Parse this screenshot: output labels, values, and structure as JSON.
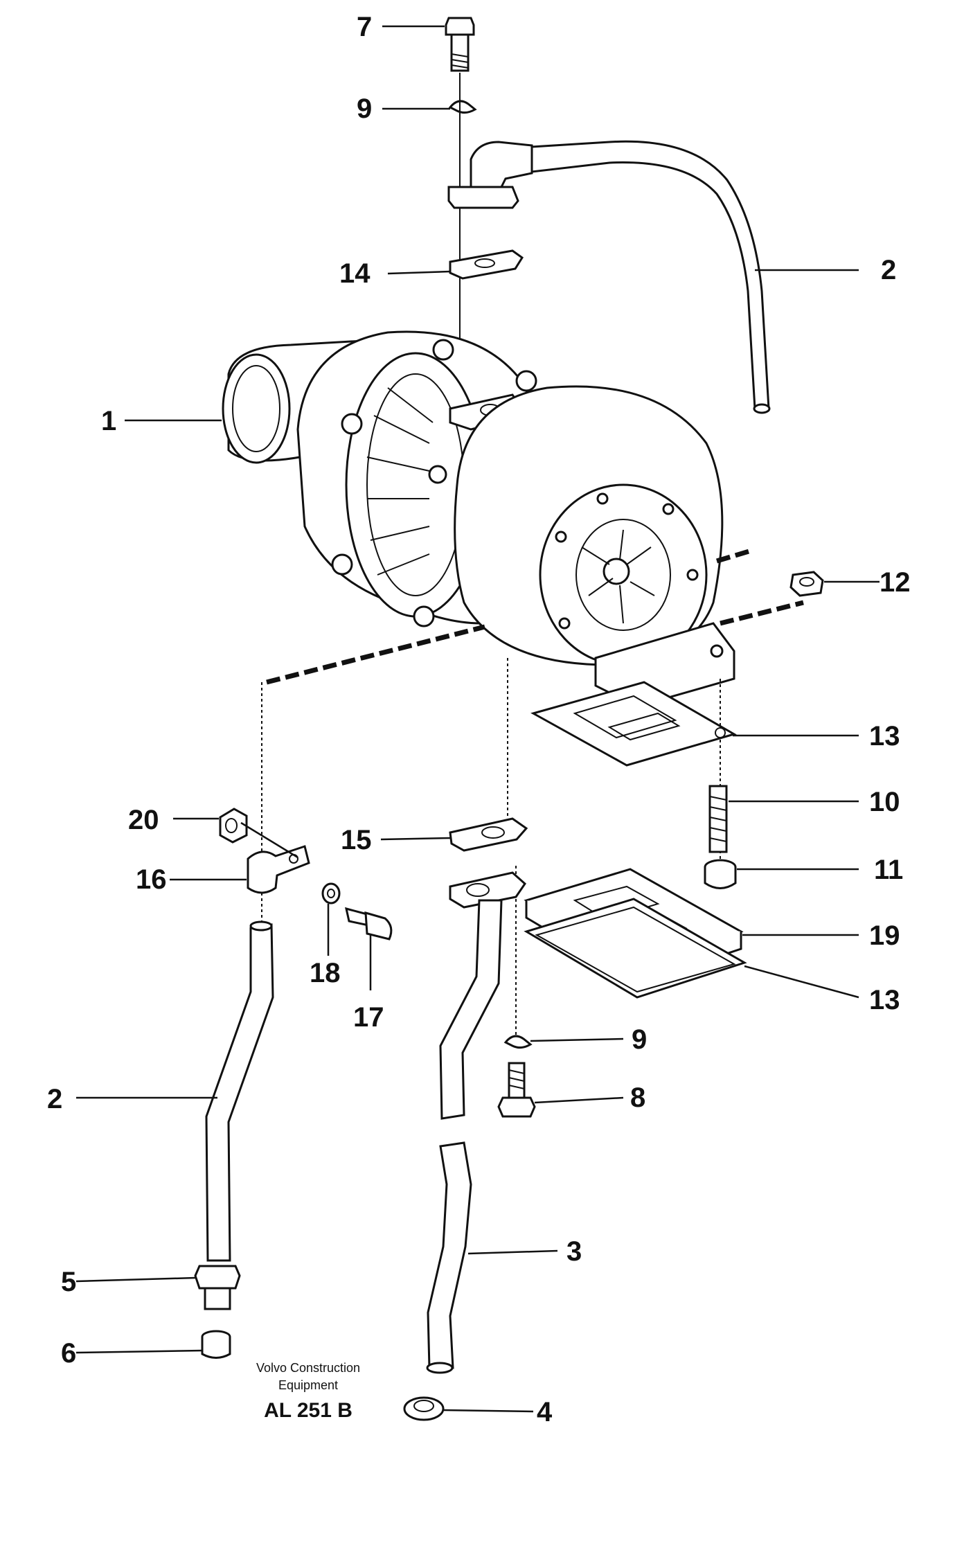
{
  "callouts": {
    "c1": "1",
    "c2_top": "2",
    "c2_left": "2",
    "c3": "3",
    "c4": "4",
    "c5": "5",
    "c6": "6",
    "c7": "7",
    "c8": "8",
    "c9_top": "9",
    "c9_mid": "9",
    "c10": "10",
    "c11": "11",
    "c12": "12",
    "c13_top": "13",
    "c13_bottom": "13",
    "c14": "14",
    "c15": "15",
    "c16": "16",
    "c17": "17",
    "c18": "18",
    "c19": "19",
    "c20": "20"
  },
  "credit": {
    "line1": "Volvo Construction",
    "line2": "Equipment",
    "code": "AL 251 B"
  }
}
